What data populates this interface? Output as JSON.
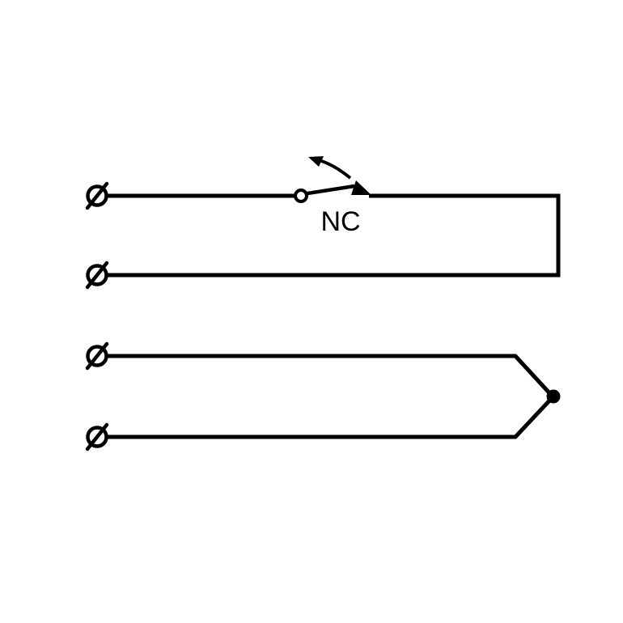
{
  "diagram": {
    "type": "circuit-schematic",
    "background_color": "#ffffff",
    "line_color": "#000000",
    "switch": {
      "label": "NC"
    },
    "terminals": {
      "count": 4
    }
  }
}
